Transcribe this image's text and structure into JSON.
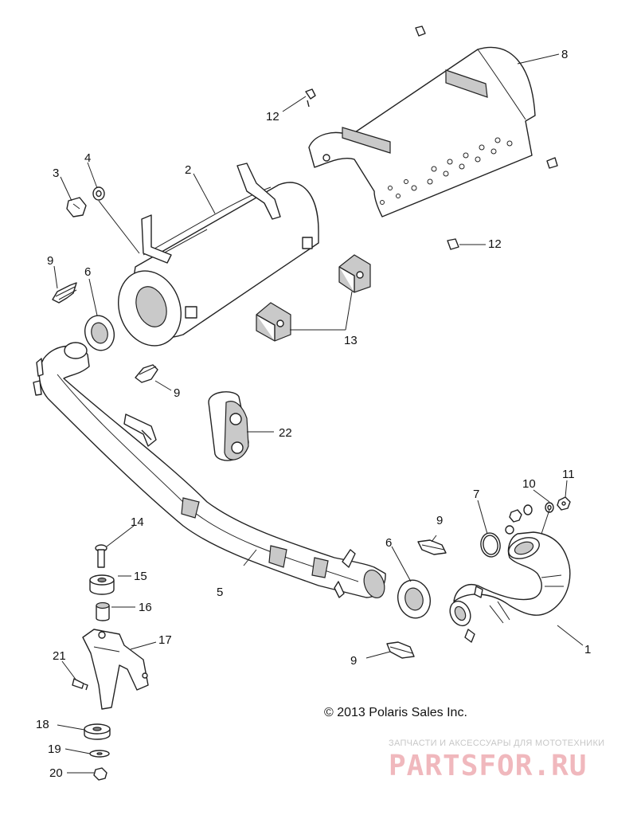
{
  "callouts": {
    "c1": "1",
    "c2": "2",
    "c3": "3",
    "c4": "4",
    "c5": "5",
    "c6a": "6",
    "c6b": "6",
    "c7": "7",
    "c8": "8",
    "c9a": "9",
    "c9b": "9",
    "c9c": "9",
    "c9d": "9",
    "c10": "10",
    "c11": "11",
    "c12a": "12",
    "c12b": "12",
    "c13": "13",
    "c14": "14",
    "c15": "15",
    "c16": "16",
    "c17": "17",
    "c18": "18",
    "c19": "19",
    "c20": "20",
    "c21": "21",
    "c22": "22"
  },
  "copyright": "© 2013 Polaris Sales Inc.",
  "watermark": {
    "tagline": "ЗАПЧАСТИ И АКСЕССУАРЫ ДЛЯ МОТОТЕХНИКИ",
    "brand": "PARTSFOR.RU"
  }
}
